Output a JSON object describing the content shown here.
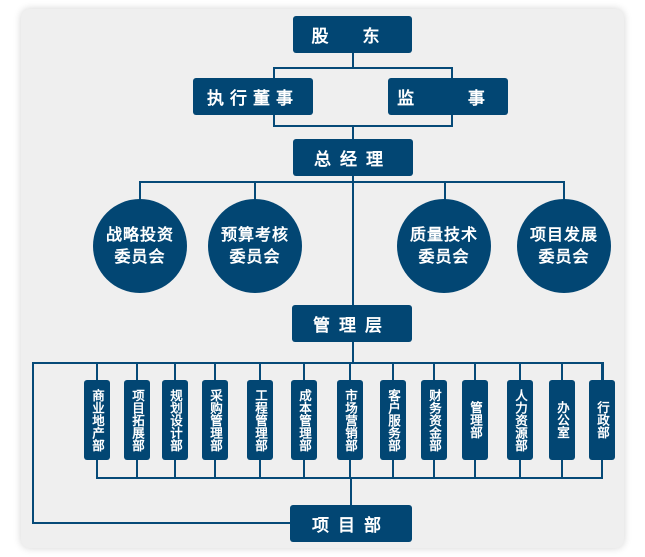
{
  "chart": {
    "shareholders": "股 东",
    "executive_director": "执行董事",
    "supervisor": "监  事",
    "general_manager": "总经理",
    "committees": [
      {
        "line1": "战略投资",
        "line2": "委员会"
      },
      {
        "line1": "预算考核",
        "line2": "委员会"
      },
      {
        "line1": "质量技术",
        "line2": "委员会"
      },
      {
        "line1": "项目发展",
        "line2": "委员会"
      }
    ],
    "management": "管理层",
    "departments": [
      "商业地产部",
      "项目拓展部",
      "规划设计部",
      "采购管理部",
      "工程管理部",
      "成本管理部",
      "市场营销部",
      "客户服务部",
      "财务资金部",
      "管理部",
      "人力资源部",
      "办公室",
      "行政部"
    ],
    "project_dept": "项目部"
  },
  "colors": {
    "node": "#024673",
    "line": "#064a78",
    "background": "#efefef"
  }
}
